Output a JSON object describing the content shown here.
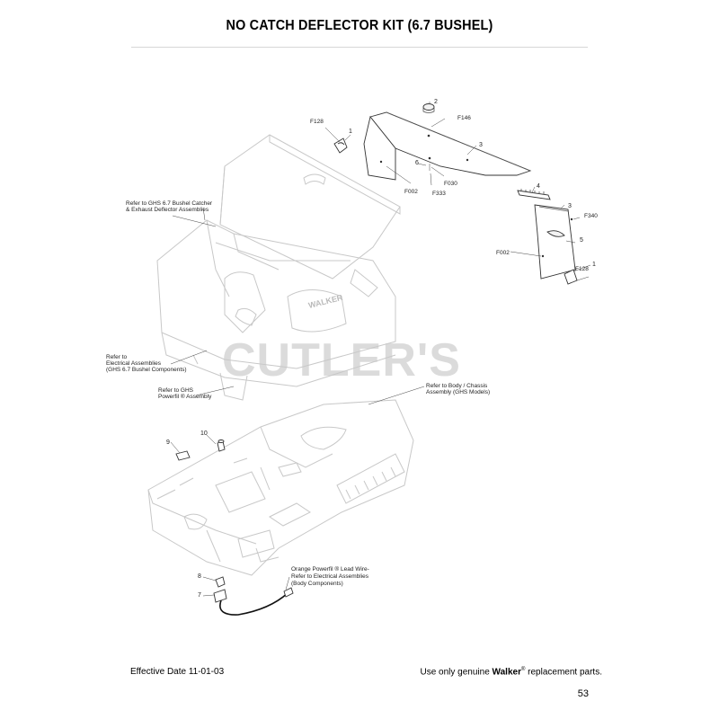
{
  "page": {
    "title": "NO CATCH DEFLECTOR KIT (6.7 BUSHEL)",
    "footer_left": "Effective Date 11-01-03",
    "footer_right_prefix": "Use only genuine ",
    "footer_right_brand": "Walker",
    "footer_right_reg": "®",
    "footer_right_suffix": " replacement parts.",
    "page_number": "53",
    "watermark": "CUTLER'S",
    "machine_logo": "WALKER"
  },
  "callouts": {
    "ref_catcher_1": "Refer to GHS 6.7 Bushel Catcher",
    "ref_catcher_2": "& Exhaust Deflector Assemblies",
    "ref_electrical_1": "Refer to",
    "ref_electrical_2": "Electrical Assemblies",
    "ref_electrical_3": "(GHS 6.7 Bushel Components)",
    "ref_powerfil_1": "Refer to GHS",
    "ref_powerfil_2": "Powerfil ® Assembly",
    "ref_body_1": "Refer to Body / Chassis",
    "ref_body_2": "Assembly (GHS Models)",
    "ref_wire_1": "Orange Powerfil ® Lead Wire-",
    "ref_wire_2": "Refer to Electrical Assemblies",
    "ref_wire_3": "(Body Components)"
  },
  "part_labels": {
    "p1a": "1",
    "p1b": "1",
    "p2": "2",
    "p3a": "3",
    "p3b": "3",
    "p4": "4",
    "p5": "5",
    "p6": "6",
    "p7": "7",
    "p8": "8",
    "p9": "9",
    "p10": "10",
    "f128a": "F128",
    "f128b": "F128",
    "f146": "F146",
    "f002a": "F002",
    "f002b": "F002",
    "f333": "F333",
    "f030": "F030",
    "f340": "F340"
  }
}
